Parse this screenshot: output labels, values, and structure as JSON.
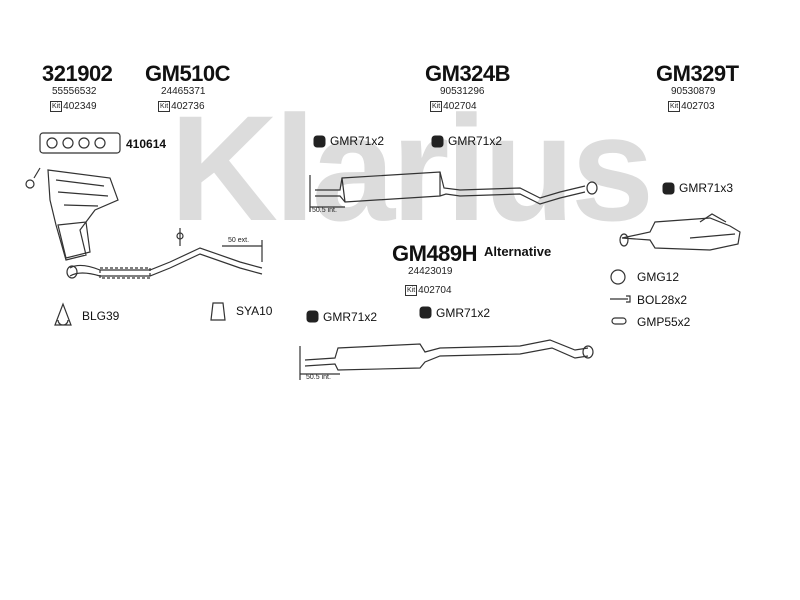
{
  "watermark": "Klarius",
  "parts": {
    "p321902": {
      "code": "321902",
      "oe": "55556532",
      "kit_icon": "Kit",
      "kit": "402349"
    },
    "gm510c": {
      "code": "GM510C",
      "oe": "24465371",
      "kit_icon": "Kit",
      "kit": "402736"
    },
    "gm324b": {
      "code": "GM324B",
      "oe": "90531296",
      "kit_icon": "Kit",
      "kit": "402704"
    },
    "gm329t": {
      "code": "GM329T",
      "oe": "90530879",
      "kit_icon": "Kit",
      "kit": "402703"
    },
    "gm489h": {
      "code": "GM489H",
      "oe": "24423019",
      "kit_icon": "Kit",
      "kit": "402704"
    }
  },
  "alternative_label": "Alternative",
  "fittings": {
    "gasket_410614": "410614",
    "gmr_top_left": "GMR71x2",
    "gmr_top_right": "GMR71x2",
    "gmr_329t": "GMR71x3",
    "gmr_mid_left": "GMR71x2",
    "gmr_mid_right": "GMR71x2",
    "blg39": "BLG39",
    "sya10": "SYA10",
    "gmg12": "GMG12",
    "bol28x2": "BOL28x2",
    "gmp55x2": "GMP55x2"
  },
  "dimensions": {
    "dim_50ext": "50 ext.",
    "dim_505_top": "50.5 int.",
    "dim_505_bottom": "50.5 int."
  },
  "colors": {
    "line": "#333333",
    "watermark": "#dcdcdc"
  }
}
